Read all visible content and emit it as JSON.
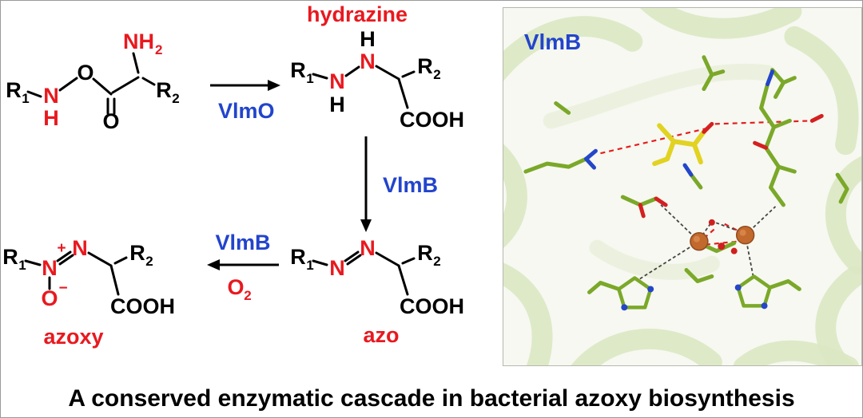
{
  "scheme": {
    "substrate": {
      "r1": "R",
      "r1_sub": "1",
      "n": "N",
      "h": "H",
      "o_ester": "O",
      "o_carbonyl": "O",
      "nh2": "NH",
      "nh2_sub": "2",
      "r2": "R",
      "r2_sub": "2"
    },
    "step1": {
      "enzyme": "VlmO"
    },
    "hydrazine": {
      "label": "hydrazine",
      "r1": "R",
      "r1_sub": "1",
      "n1": "N",
      "h1": "H",
      "n2": "N",
      "h2": "H",
      "r2": "R",
      "r2_sub": "2",
      "cooh": "COOH"
    },
    "step2": {
      "enzyme": "VlmB"
    },
    "azo": {
      "label": "azo",
      "r1": "R",
      "r1_sub": "1",
      "n1": "N",
      "n2": "N",
      "r2": "R",
      "r2_sub": "2",
      "cooh": "COOH"
    },
    "step3": {
      "enzyme": "VlmB",
      "cosubstrate": "O",
      "cosubstrate_sub": "2"
    },
    "azoxy": {
      "label": "azoxy",
      "r1": "R",
      "r1_sub": "1",
      "n1": "N",
      "charge_plus": "+",
      "n2": "N",
      "o": "O",
      "charge_minus": "−",
      "r2": "R",
      "r2_sub": "2",
      "cooh": "COOH"
    }
  },
  "structure_panel": {
    "label": "VlmB"
  },
  "caption": "A conserved enzymatic cascade in bacterial azoxy biosynthesis",
  "colors": {
    "highlight_red": "#e8191f",
    "enzyme_blue": "#2244cc",
    "ribbon_green": "#dbe7c3",
    "stick_green": "#7ba829",
    "ligand_yellow": "#e2d222",
    "iron_orange": "#c2692e"
  }
}
